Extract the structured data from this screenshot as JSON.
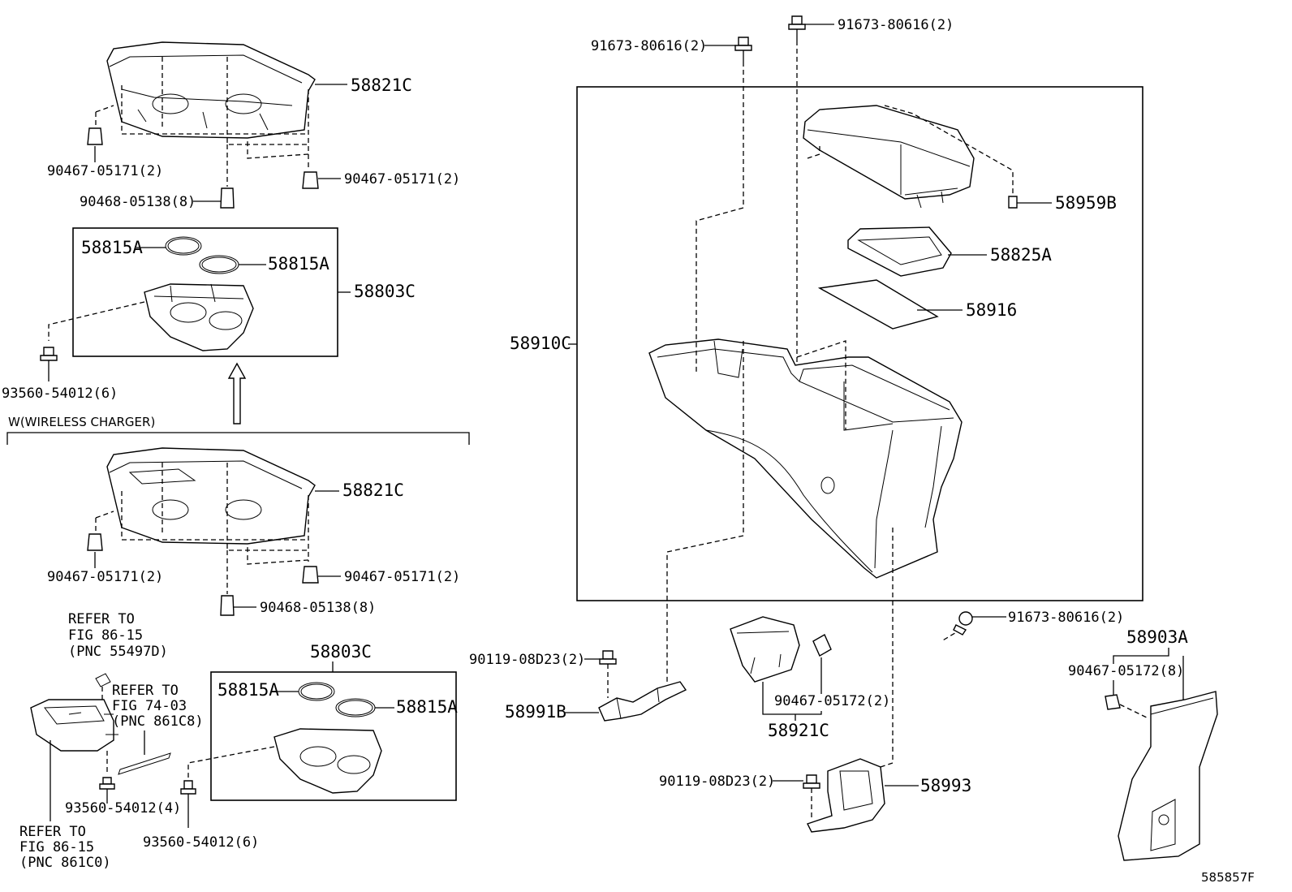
{
  "diagram_id": "585857F",
  "section_label": "W(WIRELESS CHARGER)",
  "left": {
    "top_tray_part": "58821C",
    "top_clip_a": "90467-05171(2)",
    "top_clip_b": "90467-05171(2)",
    "top_clip_c": "90468-05138(8)",
    "upper_box": {
      "ring_a": "58815A",
      "ring_b": "58815A",
      "holder": "58803C",
      "screw": "93560-54012(6)"
    },
    "lower_tray_part": "58821C",
    "lower_clip_a": "90467-05171(2)",
    "lower_clip_b": "90467-05171(2)",
    "lower_clip_c": "90468-05138(8)",
    "refer_1": [
      "REFER TO",
      "FIG 86-15",
      "(PNC 55497D)"
    ],
    "refer_2": [
      "REFER TO",
      "FIG 74-03",
      "(PNC 861C8)"
    ],
    "refer_3": [
      "REFER TO",
      "FIG 86-15",
      "(PNC 861C0)"
    ],
    "charger_screw": "93560-54012(4)",
    "lower_box": {
      "holder": "58803C",
      "ring_a": "58815A",
      "ring_b": "58815A",
      "screw": "93560-54012(6)"
    }
  },
  "right": {
    "bolt_top_left": "91673-80616(2)",
    "bolt_top_right": "91673-80616(2)",
    "console_box": "58910C",
    "armrest_part": "58959B",
    "tray_part": "58825A",
    "mat_part": "58916",
    "bolt_bottom": "91673-80616(2)",
    "bolt_bracket_a": "90119-08D23(2)",
    "bracket_a": "58991B",
    "panel_clip": "90467-05172(2)",
    "panel": "58921C",
    "bolt_bracket_b": "90119-08D23(2)",
    "bracket_b": "58993",
    "side_panel": "58903A",
    "side_clip": "90467-05172(8)"
  }
}
